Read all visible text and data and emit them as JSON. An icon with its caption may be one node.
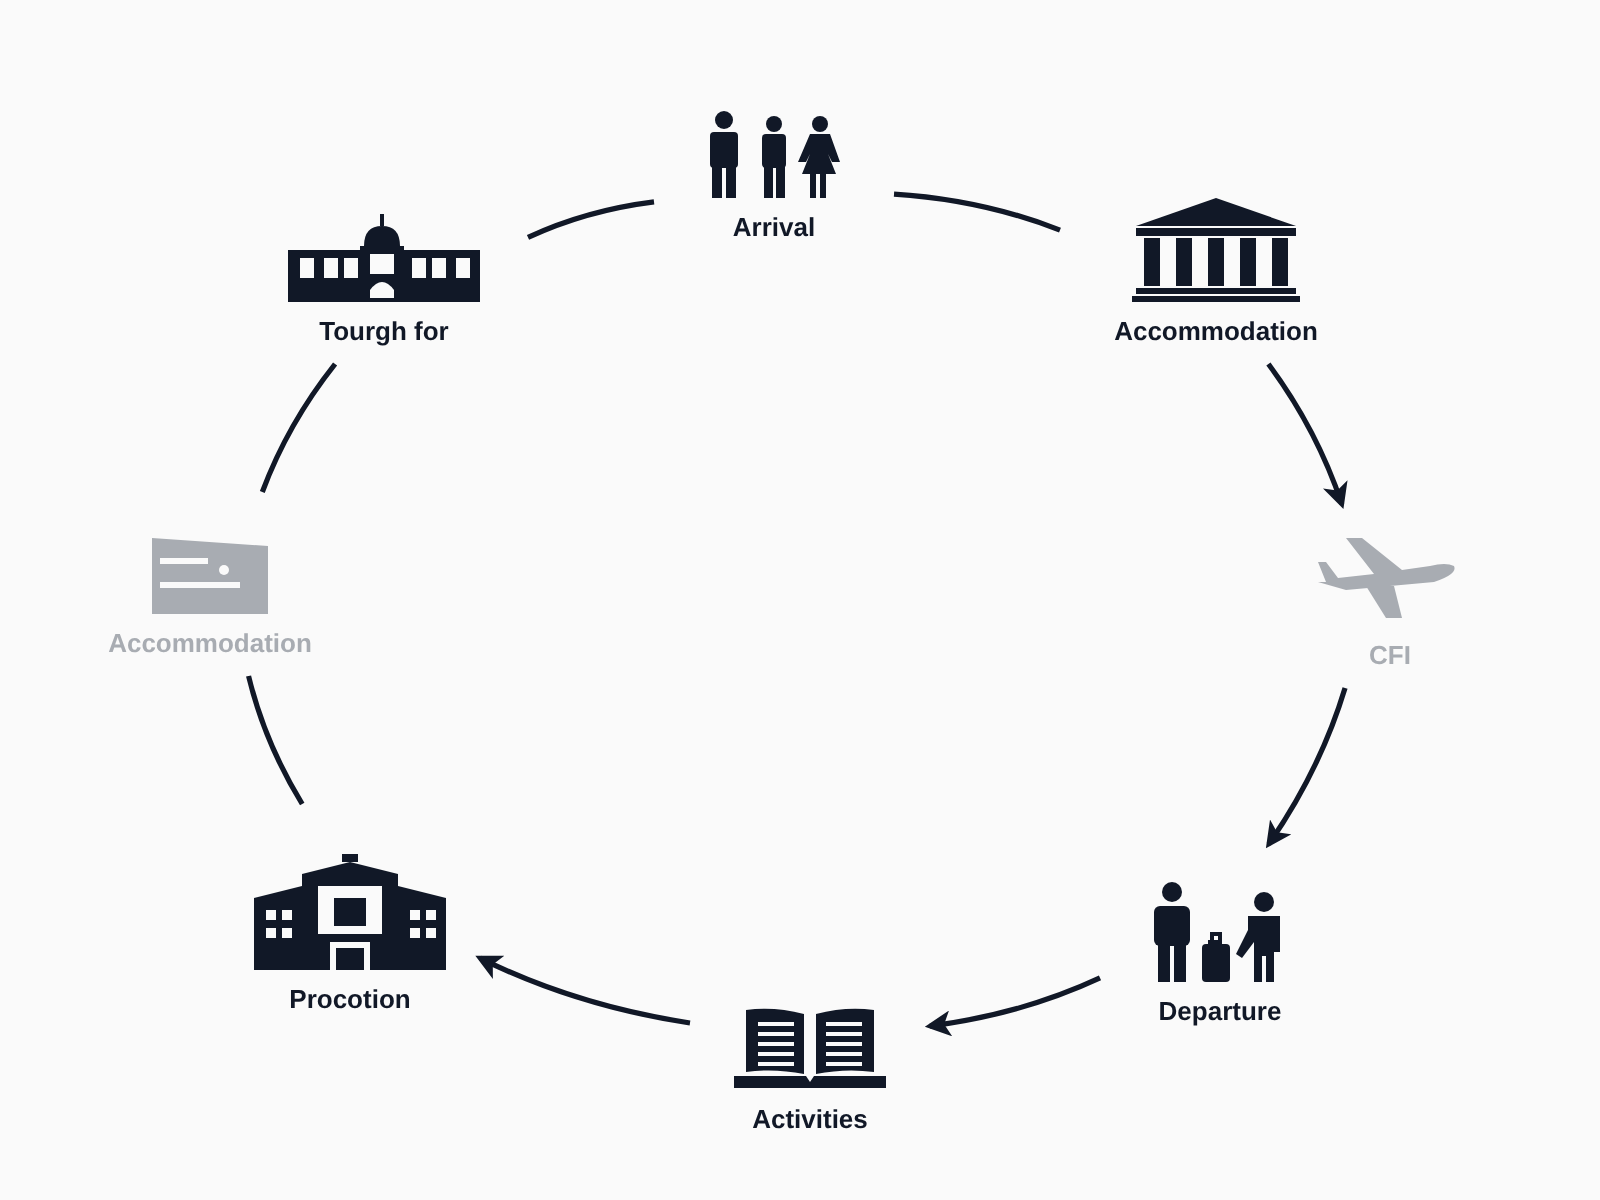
{
  "diagram": {
    "nodes": [
      {
        "text": [
          "Arrival"
        ]
      },
      {
        "text": [
          "Accommodation"
        ]
      },
      {
        "text": [
          "CFI"
        ]
      },
      {
        "text": [
          "Departure"
        ]
      },
      {
        "text": [
          "Activities"
        ]
      },
      {
        "text": [
          "Procotion"
        ]
      },
      {
        "text": [
          "Accommodation"
        ]
      },
      {
        "text": [
          "Tourgh for"
        ]
      }
    ],
    "edges": [
      {
        "from": 0,
        "to": 1,
        "arrow": "none"
      },
      {
        "from": 1,
        "to": 2,
        "arrow": "to"
      },
      {
        "from": 2,
        "to": 3,
        "arrow": "to"
      },
      {
        "from": 3,
        "to": 4,
        "arrow": "to"
      },
      {
        "from": 4,
        "to": 5,
        "arrow": "to"
      },
      {
        "from": 5,
        "to": 6,
        "arrow": "none"
      },
      {
        "from": 6,
        "to": 7,
        "arrow": "none"
      },
      {
        "from": 7,
        "to": 0,
        "arrow": "none"
      }
    ]
  }
}
